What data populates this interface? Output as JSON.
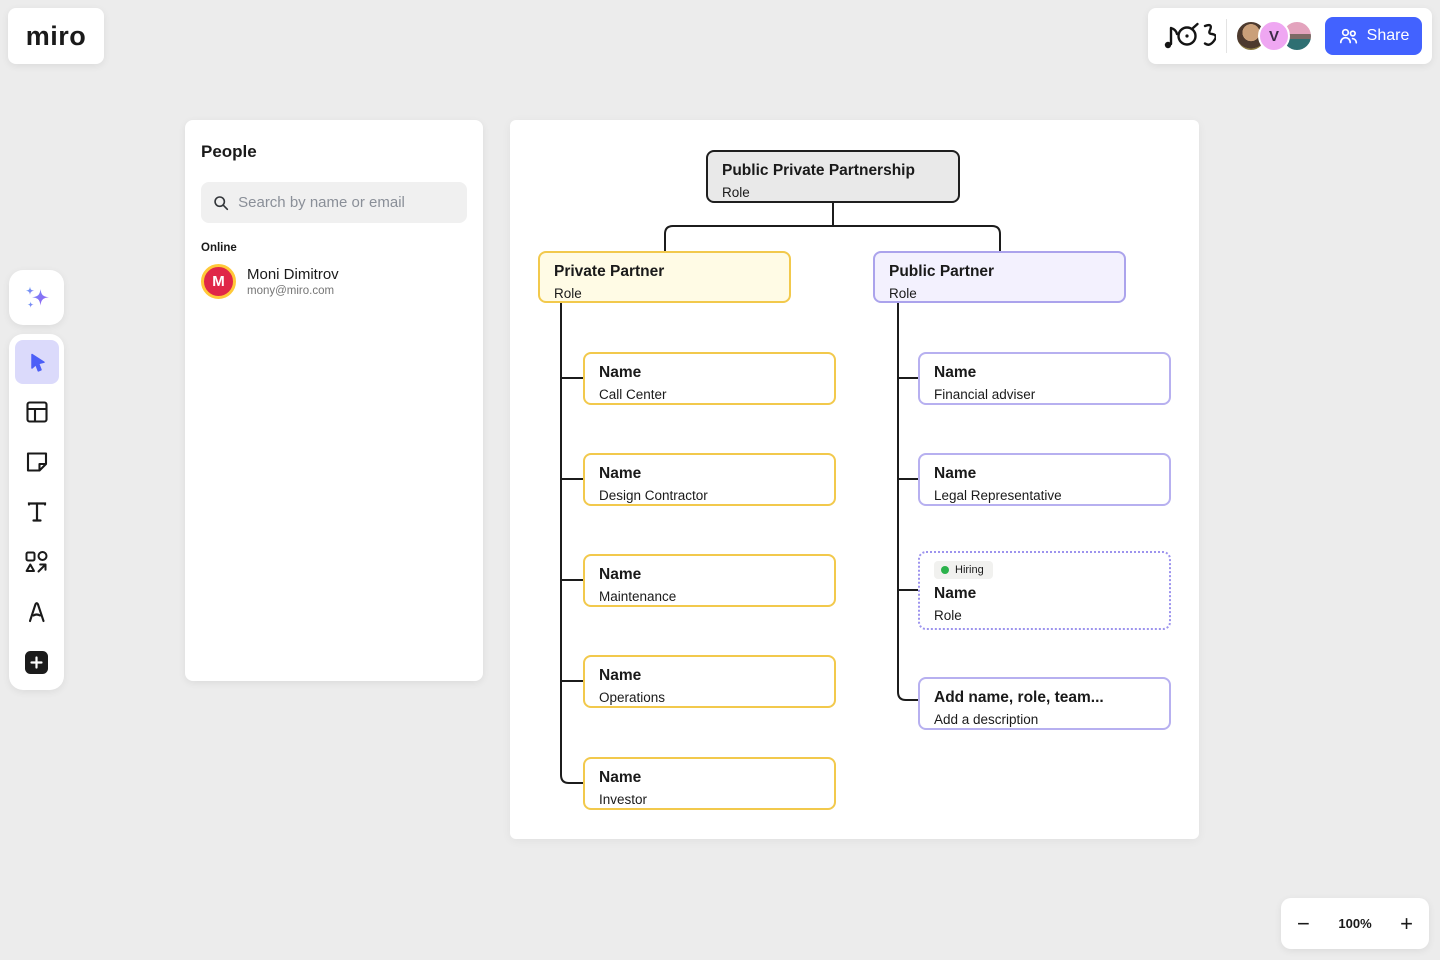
{
  "colors": {
    "accent_blue": "#4262ff",
    "yellow_border": "#f2c94c",
    "purple_border": "#b7b0f0",
    "root_fill": "#e9e9e9",
    "hiring_dot_green": "#2bb24c"
  },
  "brand": {
    "logo": "miro"
  },
  "header": {
    "share_label": "Share",
    "avatars": [
      {
        "type": "photo"
      },
      {
        "type": "initial",
        "initial": "V"
      },
      {
        "type": "photo"
      }
    ],
    "icons": [
      "music-doodle-icon",
      "share-people-icon"
    ]
  },
  "people_panel": {
    "title": "People",
    "search_placeholder": "Search by name or email",
    "online_label": "Online",
    "users": [
      {
        "initial": "M",
        "name": "Moni Dimitrov",
        "email": "mony@miro.com"
      }
    ]
  },
  "toolbar": {
    "icons": [
      "ai-sparkle-icon",
      "cursor-icon",
      "templates-icon",
      "sticky-note-icon",
      "text-icon",
      "shapes-icon",
      "pen-icon",
      "plus-icon"
    ],
    "selected_tool": "cursor"
  },
  "canvas": {
    "org_chart": {
      "type": "org-chart",
      "root": {
        "title": "Public Private Partnership",
        "subtitle": "Role"
      },
      "branches": [
        {
          "title": "Private Partner",
          "subtitle": "Role",
          "color": "yellow",
          "children": [
            {
              "title": "Name",
              "subtitle": "Call Center"
            },
            {
              "title": "Name",
              "subtitle": "Design Contractor"
            },
            {
              "title": "Name",
              "subtitle": "Maintenance"
            },
            {
              "title": "Name",
              "subtitle": "Operations"
            },
            {
              "title": "Name",
              "subtitle": "Investor"
            }
          ]
        },
        {
          "title": "Public Partner",
          "subtitle": "Role",
          "color": "purple",
          "children": [
            {
              "title": "Name",
              "subtitle": "Financial adviser"
            },
            {
              "title": "Name",
              "subtitle": "Legal Representative"
            },
            {
              "title": "Name",
              "subtitle": "Role",
              "badge": "Hiring"
            },
            {
              "title": "Add name, role, team...",
              "subtitle": "Add a description"
            }
          ]
        }
      ]
    }
  },
  "zoom_controls": {
    "minus": "−",
    "level": "100%",
    "plus": "+"
  }
}
